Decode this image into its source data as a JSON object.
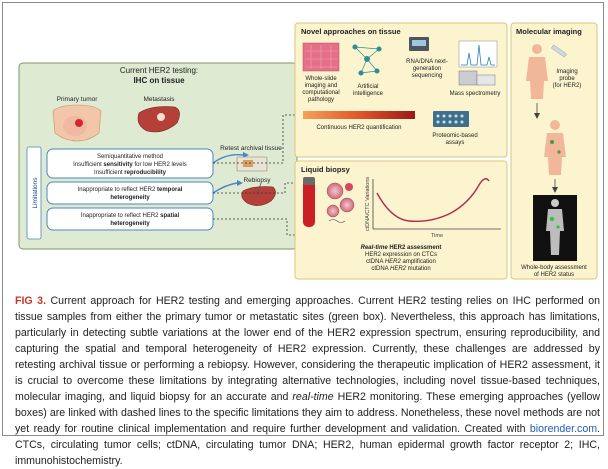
{
  "figure": {
    "current": {
      "title_line1": "Current HER2 testing:",
      "title_line2": "IHC on tissue",
      "primary_tumor": "Primary tumor",
      "metastasis": "Metastasis",
      "limitations_label": "Limitations",
      "lim1_line1": "Semiquantitative method",
      "lim1_line2a": "Insufficient ",
      "lim1_line2b": "sensitivity",
      "lim1_line2c": " for low HER2 levels",
      "lim1_line3a": "Insufficient ",
      "lim1_line3b": "reproducibility",
      "lim2_line1a": "Inappropriate to reflect HER2 ",
      "lim2_line1b": "temporal",
      "lim2_line2": "heterogeneity",
      "lim3_line1a": "Inappropriate to reflect HER2 ",
      "lim3_line1b": "spatial",
      "lim3_line2": "heterogeneity",
      "retest": "Retest archival tissue",
      "rebiopsy": "Rebiopsy"
    },
    "tissue": {
      "title": "Novel approaches on tissue",
      "wsi_line1": "Whole-slide",
      "wsi_line2": "imaging and",
      "wsi_line3": "computational",
      "wsi_line4": "pathology",
      "ai_line1": "Artificial",
      "ai_line2": "intelligence",
      "ngs_line1": "RNA/DNA next-",
      "ngs_line2": "generation",
      "ngs_line3": "sequencing",
      "ms": "Mass spectrometry",
      "quant": "Continuous HER2 quantification",
      "prot_line1": "Proteomic-based",
      "prot_line2": "assays"
    },
    "liquid": {
      "title": "Liquid biopsy",
      "y_axis": "ctDNA/CTC Variations",
      "x_axis": "Time",
      "rt_a": "Real-time",
      "rt_b": " HER2 assessment",
      "line1": "HER2 expression on CTCs",
      "line2a": "ctDNA ",
      "line2b": "HER2",
      "line2c": " amplification",
      "line3a": "ctDNA ",
      "line3b": "HER2",
      "line3c": " mutation"
    },
    "imaging": {
      "title": "Molecular imaging",
      "probe_line1": "Imaging",
      "probe_line2": "probe",
      "probe_line3": "(for HER2)",
      "wb_line1": "Whole-body assessment",
      "wb_line2": "of HER2 status"
    }
  },
  "caption": {
    "label": "FIG 3.",
    "text1": " Current approach for HER2 testing and emerging approaches. Current HER2 testing relies on IHC performed on tissue samples from either the primary tumor or metastatic sites (green box). Nevertheless, this approach has limitations, particularly in detecting subtle variations at the lower end of the HER2 expression spectrum, ensuring reproducibility, and capturing the spatial and temporal heterogeneity of HER2 expression. Currently, these challenges are addressed by retesting archival tissue or performing a rebiopsy. However, considering the therapeutic implication of HER2 assessment, it is crucial to overcome these limitations by integrating alternative technologies, including novel tissue-based techniques, molecular imaging, and liquid biopsy for an accurate and ",
    "italic": "real-time",
    "text2": " HER2 monitoring. These emerging approaches (yellow boxes) are linked with dashed lines to the specific limitations they aim to address. Nonetheless, these novel methods are not yet ready for routine clinical implementation and require further development and validation. Created with ",
    "link": "biorender.com",
    "text3": ". CTCs, circulating tumor cells; ctDNA, circulating tumor DNA; HER2, human epidermal growth factor receptor 2; IHC, immunohistochemistry."
  },
  "colors": {
    "green_box": "#dfead2",
    "green_border": "#7a9a64",
    "yellow_box": "#fbf4cf",
    "yellow_border": "#d9c777",
    "limit_border": "#4a86c5",
    "caption_label": "#c0392b",
    "link": "#1f5fb4"
  }
}
